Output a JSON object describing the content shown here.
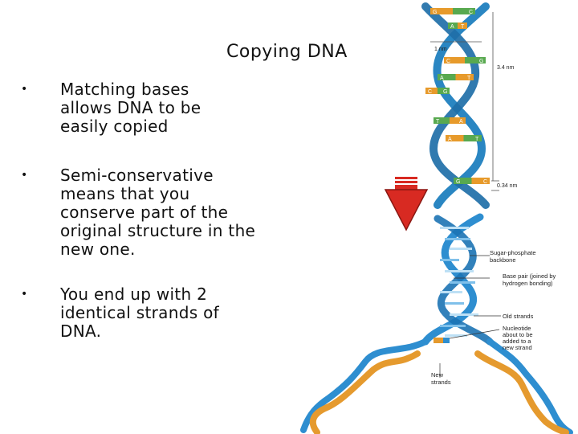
{
  "slide": {
    "title": "Copying DNA",
    "bullets": [
      "Matching bases allows DNA to be easily copied",
      "Semi-conservative means that you conserve part of the original structure in the new one.",
      "You end up with 2 identical strands of DNA."
    ]
  },
  "helix_diagram": {
    "measure_1nm": "1 nm",
    "measure_3_4nm": "3.4 nm",
    "measure_0_34nm": "0.34 nm",
    "base_pairs": [
      {
        "left": "G",
        "right": "C"
      },
      {
        "left": "A",
        "right": "T"
      },
      {
        "left": "C",
        "right": "G"
      },
      {
        "left": "A",
        "right": "T"
      },
      {
        "left": "C",
        "right": "G"
      },
      {
        "left": "T",
        "right": "A"
      },
      {
        "left": "A",
        "right": "T"
      },
      {
        "left": "G",
        "right": "C"
      }
    ],
    "colors": {
      "strand": "#2a86c2",
      "base_green": "#58a94f",
      "base_orange": "#e79a2b",
      "arrow": "#d82a22"
    }
  },
  "replication_diagram": {
    "label_backbone": "Sugar-phosphate backbone",
    "label_base_pair": "Base pair (joined by hydrogen bonding)",
    "label_old_strands": "Old strands",
    "label_nucleotide": "Nucleotide about to be added to a new strand",
    "label_new_strands": "New strands",
    "colors": {
      "old_strand": "#2e8ed0",
      "new_strand": "#e59a2e"
    }
  }
}
